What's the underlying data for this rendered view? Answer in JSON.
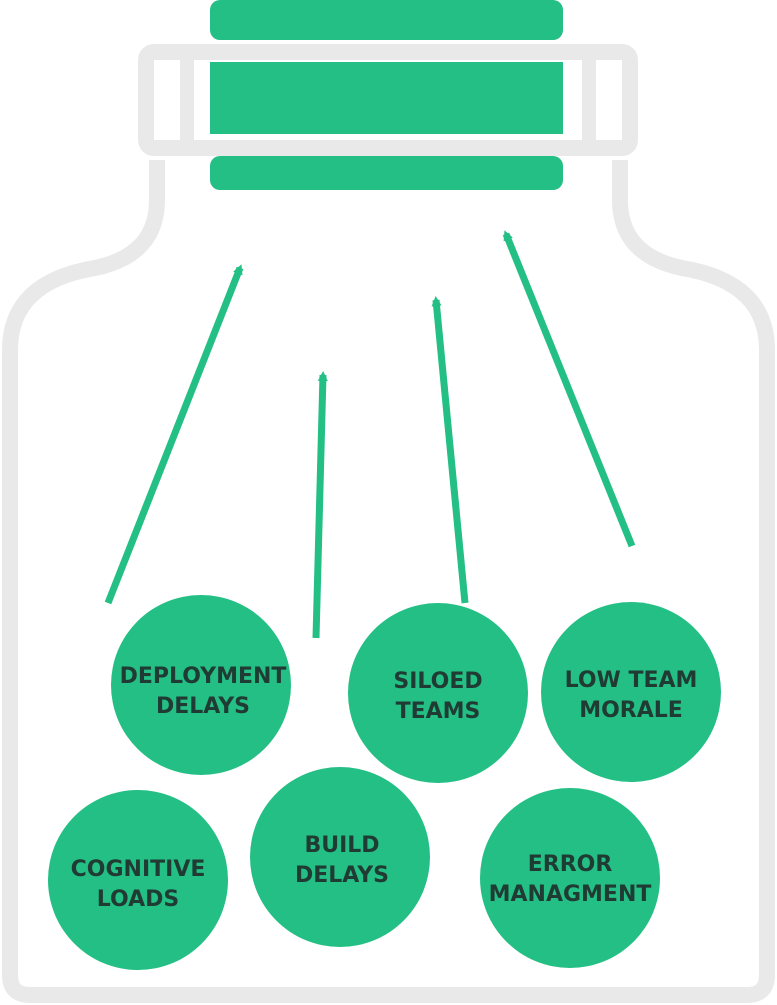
{
  "colors": {
    "accent": "#23bf85",
    "jar_outline": "#e9e9e9",
    "label_text": "#1f3b33",
    "background": "#ffffff"
  },
  "balls": [
    {
      "id": "deployment-delays",
      "lines": [
        "DEPLOYMENT",
        "DELAYS"
      ]
    },
    {
      "id": "siloed-teams",
      "lines": [
        "SILOED",
        "TEAMS"
      ]
    },
    {
      "id": "low-team-morale",
      "lines": [
        "LOW TEAM",
        "MORALE"
      ]
    },
    {
      "id": "cognitive-loads",
      "lines": [
        "COGNITIVE",
        "LOADS"
      ]
    },
    {
      "id": "build-delays",
      "lines": [
        "BUILD",
        "DELAYS"
      ]
    },
    {
      "id": "error-managment",
      "lines": [
        "ERROR",
        "MANAGMENT"
      ]
    }
  ]
}
